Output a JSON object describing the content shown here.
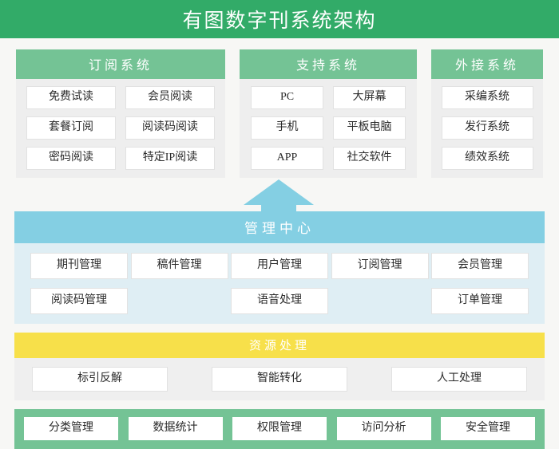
{
  "header": {
    "title": "有图数字刊系统架构",
    "bg_color": "#32ab68"
  },
  "colors": {
    "page_bg": "#f7f7f5",
    "panel_header_green": "#74c395",
    "panel_body_gray": "#eeeeee",
    "mgmt_header_blue": "#84cfe3",
    "mgmt_body_blue": "#dfeef4",
    "resource_header_yellow": "#f7e04a",
    "resource_body_gray": "#efefef",
    "bottom_bar_green": "#74c395",
    "chip_white": "#ffffff",
    "arrow_blue": "#84cfe3"
  },
  "top_panels": [
    {
      "id": "subscription-system",
      "title": "订阅系统",
      "items": [
        "免费试读",
        "会员阅读",
        "套餐订阅",
        "阅读码阅读",
        "密码阅读",
        "特定IP阅读"
      ]
    },
    {
      "id": "support-system",
      "title": "支持系统",
      "items": [
        "PC",
        "大屏幕",
        "手机",
        "平板电脑",
        "APP",
        "社交软件"
      ]
    },
    {
      "id": "external-system",
      "title": "外接系统",
      "items": [
        "采编系统",
        "发行系统",
        "绩效系统"
      ]
    }
  ],
  "arrow": {
    "icon": "arrow-up-icon",
    "direction": "up"
  },
  "management_center": {
    "title": "管理中心",
    "items": [
      "期刊管理",
      "稿件管理",
      "用户管理",
      "订阅管理",
      "会员管理",
      "阅读码管理",
      "语音处理",
      "订单管理"
    ]
  },
  "resource_processing": {
    "title": "资源处理",
    "items": [
      "标引反解",
      "智能转化",
      "人工处理"
    ]
  },
  "bottom_bar": {
    "items": [
      "分类管理",
      "数据统计",
      "权限管理",
      "访问分析",
      "安全管理"
    ]
  }
}
